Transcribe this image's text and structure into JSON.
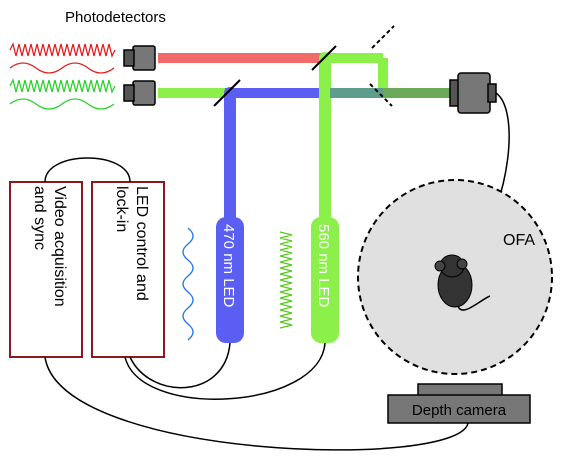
{
  "labels": {
    "photodetectors": "Photodetectors",
    "video_box": [
      "Video acquisition",
      "and sync"
    ],
    "led_box": [
      "LED control and",
      "lock-in"
    ],
    "led_470": "470 nm LED",
    "led_560": "560 nm LED",
    "ofa": "OFA",
    "depth_camera": "Depth camera"
  },
  "colors": {
    "red_beam": "#f26b6b",
    "green_beam": "#8cf04a",
    "blue_beam": "#5a5ef2",
    "combined_beam": "#6aa85a",
    "box_border": "#8b1a1a",
    "arena_fill": "#e0e0e0",
    "device_fill": "#777777"
  }
}
